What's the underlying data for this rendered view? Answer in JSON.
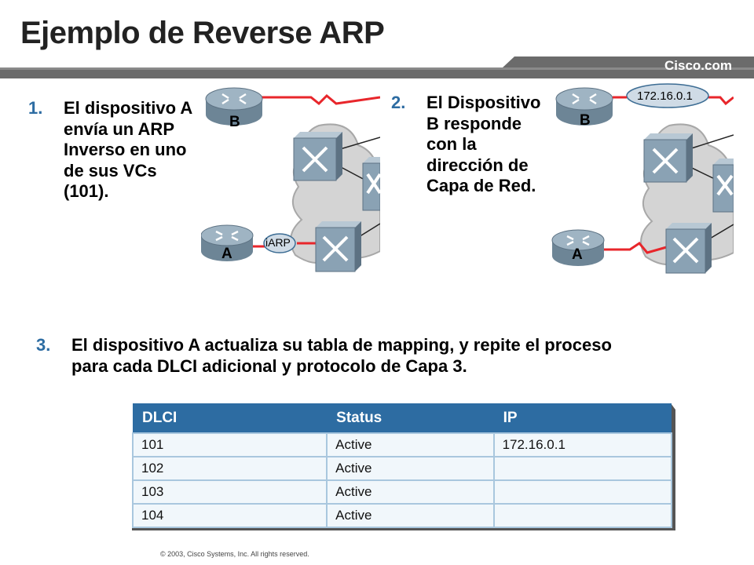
{
  "slide": {
    "title": "Ejemplo de Reverse ARP",
    "brand": "Cisco.com",
    "copyright": "© 2003, Cisco Systems, Inc. All rights reserved."
  },
  "steps": [
    {
      "number": "1.",
      "text": "El dispositivo A envía un ARP Inverso en uno de sus VCs (101)."
    },
    {
      "number": "2.",
      "text": "El Dispositivo B responde con la dirección de Capa de Red."
    },
    {
      "number": "3.",
      "text": "El dispositivo A actualiza su tabla de mapping, y repite el proceso para cada DLCI adicional y protocolo de Capa 3."
    }
  ],
  "diagrams": [
    {
      "router_top": "B",
      "router_bottom": "A",
      "bubble": "iARP"
    },
    {
      "router_top": "B",
      "router_bottom": "A",
      "bubble": "172.16.0.1"
    }
  ],
  "table": {
    "headers": [
      "DLCI",
      "Status",
      "IP"
    ],
    "rows": [
      [
        "101",
        "Active",
        "172.16.0.1"
      ],
      [
        "102",
        "Active",
        ""
      ],
      [
        "103",
        "Active",
        ""
      ],
      [
        "104",
        "Active",
        ""
      ]
    ]
  },
  "colors": {
    "accent_blue": "#2d6ca2",
    "link_red": "#e8262b",
    "table_border": "#a9c7de",
    "device_body": "#8aa2b4"
  }
}
